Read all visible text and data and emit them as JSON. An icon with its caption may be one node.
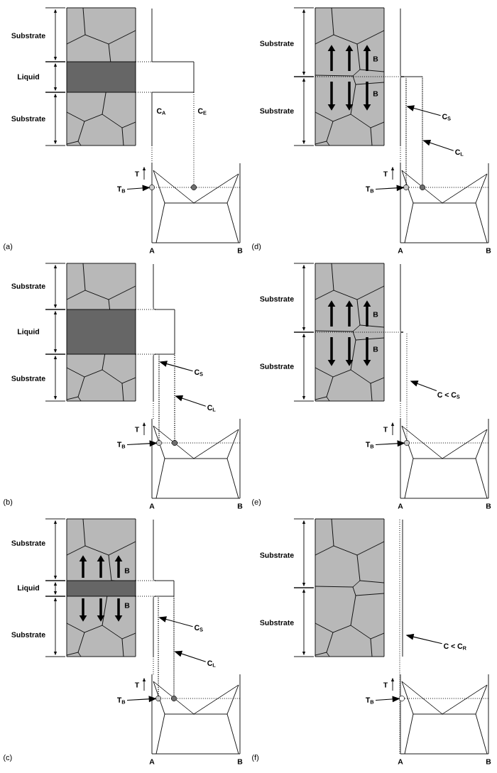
{
  "diagram": {
    "nodes": [
      {
        "text": [
          "T$_{B}$"
        ]
      },
      {
        "text": [],
        "shape": "circle"
      },
      {
        "text": [],
        "shape": "circle"
      },
      {
        "text": [
          "C$_{S}$"
        ]
      },
      {
        "text": [
          "C$_{L}$"
        ]
      },
      {
        "text": [
          "T$_{B}$"
        ]
      },
      {
        "text": [],
        "shape": "circle"
      },
      {
        "text": [],
        "shape": "circle"
      },
      {
        "text": [],
        "shape": "line"
      },
      {
        "text": [],
        "shape": "line"
      },
      {
        "text": [
          "C$_{S}$"
        ]
      },
      {
        "text": [
          "C$_{L}$"
        ]
      },
      {
        "text": [
          "T$_{B}$"
        ]
      },
      {
        "text": [],
        "shape": "circle"
      },
      {
        "text": [],
        "shape": "circle"
      },
      {
        "text": [],
        "shape": "line"
      },
      {
        "text": [],
        "shape": "line"
      },
      {
        "text": [
          "C$_{S}$"
        ]
      },
      {
        "text": [
          "C$_{L}$"
        ]
      },
      {
        "text": [
          "T$_{B}$"
        ]
      },
      {
        "text": [],
        "shape": "circle"
      },
      {
        "text": [],
        "shape": "circle"
      },
      {
        "text": [],
        "shape": "line"
      },
      {
        "text": [],
        "shape": "line"
      },
      {
        "text": [
          "C < C$_{S}$"
        ]
      },
      {
        "text": [
          "T$_{B}$"
        ]
      },
      {
        "text": [],
        "shape": "circle"
      },
      {
        "text": [
          "C < C$_{R}$"
        ]
      },
      {
        "text": [
          "T$_{B}$"
        ]
      },
      {
        "text": [],
        "shape": "circle"
      }
    ],
    "edges": [
      {
        "from": 0,
        "to": 1,
        "arrow": "to"
      },
      {
        "from": 3,
        "to": 8,
        "arrow": "to"
      },
      {
        "from": 4,
        "to": 9,
        "arrow": "to"
      },
      {
        "from": 5,
        "to": 6,
        "arrow": "to"
      },
      {
        "from": 10,
        "to": 15,
        "arrow": "to"
      },
      {
        "from": 11,
        "to": 16,
        "arrow": "to"
      },
      {
        "from": 12,
        "to": 13,
        "arrow": "to"
      },
      {
        "from": 17,
        "to": 22,
        "arrow": "to"
      },
      {
        "from": 18,
        "to": 23,
        "arrow": "to"
      },
      {
        "from": 19,
        "to": 20,
        "arrow": "to"
      },
      {
        "from": 24,
        "to": null,
        "arrow": "to"
      },
      {
        "from": 25,
        "to": 26,
        "arrow": "to"
      },
      {
        "from": 27,
        "to": null,
        "arrow": "to"
      },
      {
        "from": 28,
        "to": 29,
        "arrow": "to"
      }
    ],
    "labels": [
      "Substrate",
      "Liquid",
      "Substrate",
      "C$_{A}$",
      "C$_{E}$",
      "T",
      "A",
      "B",
      "(a)",
      "Substrate",
      "Liquid",
      "Substrate",
      "T",
      "A",
      "B",
      "(b)",
      "Substrate",
      "B",
      "Liquid",
      "B",
      "Substrate",
      "T",
      "A",
      "B",
      "(c)",
      "Substrate",
      "B",
      "B",
      "Substrate",
      "T",
      "A",
      "B",
      "(d)",
      "Substrate",
      "B",
      "B",
      "Substrate",
      "T",
      "A",
      "B",
      "(e)",
      "Substrate",
      "Substrate",
      "T",
      "A",
      "B",
      "(f)"
    ]
  }
}
